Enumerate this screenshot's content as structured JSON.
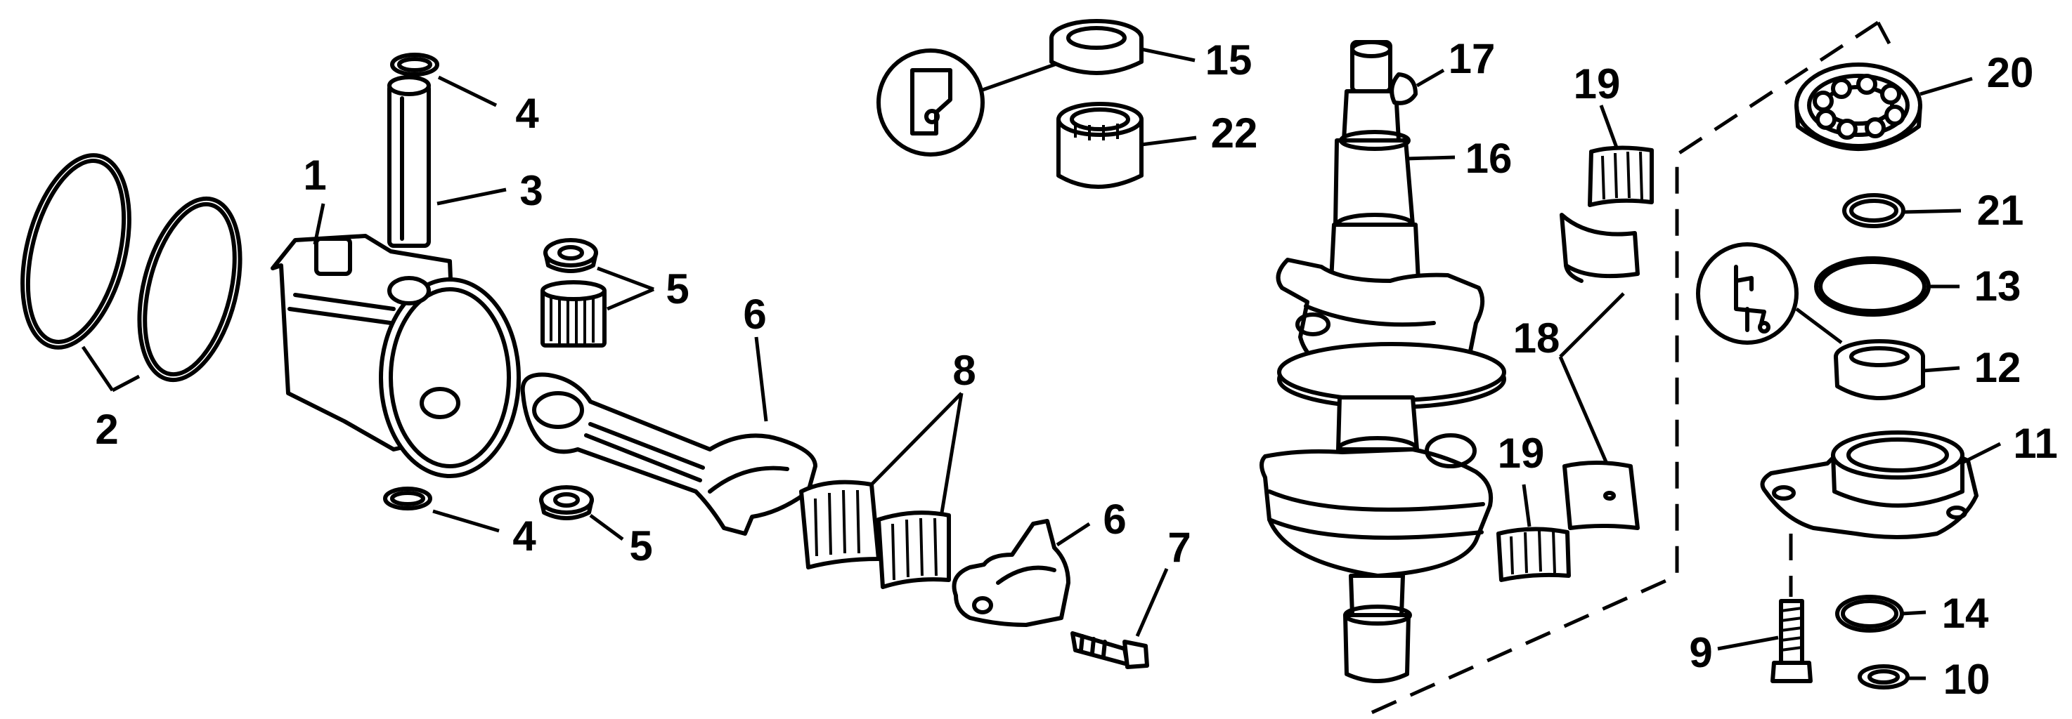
{
  "diagram": {
    "background": "#ffffff",
    "ink": "#000000",
    "callouts": {
      "c1": "1",
      "c2": "2",
      "c3": "3",
      "c4a": "4",
      "c4b": "4",
      "c5a": "5",
      "c5b": "5",
      "c6a": "6",
      "c6b": "6",
      "c7": "7",
      "c8": "8",
      "c9": "9",
      "c10": "10",
      "c11": "11",
      "c12": "12",
      "c13": "13",
      "c14": "14",
      "c15": "15",
      "c16": "16",
      "c17": "17",
      "c18": "18",
      "c19a": "19",
      "c19b": "19",
      "c20": "20",
      "c21": "21",
      "c22": "22"
    }
  }
}
